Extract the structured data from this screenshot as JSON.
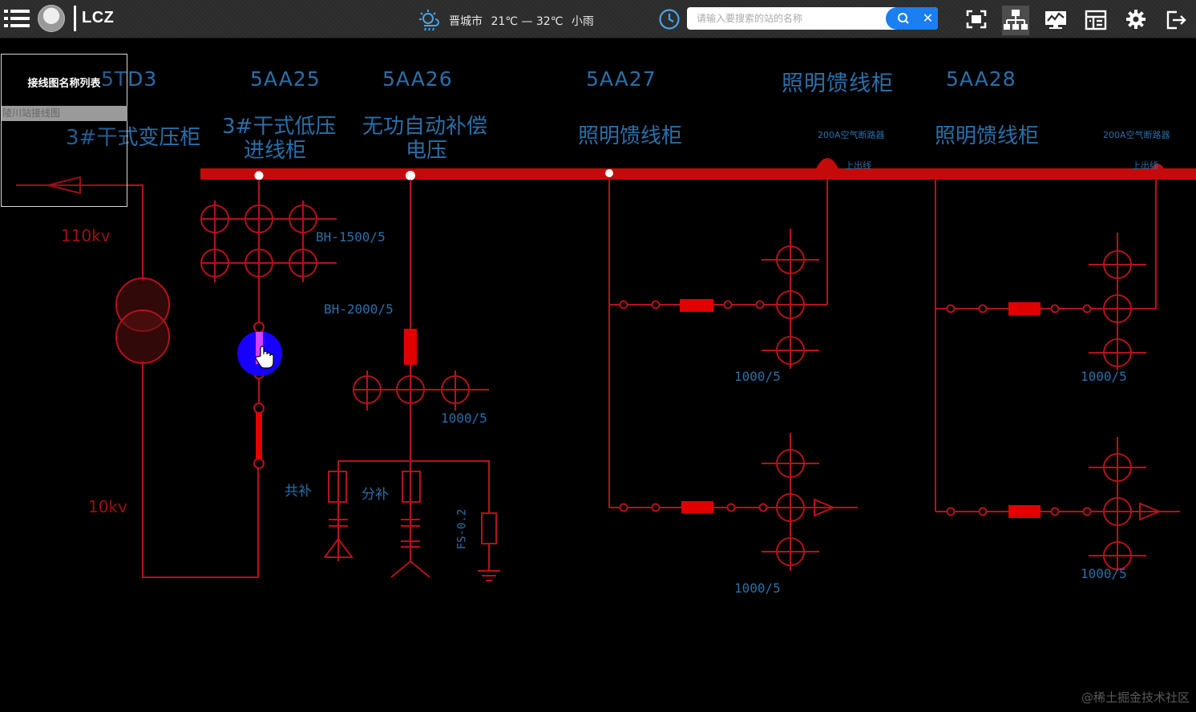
{
  "header": {
    "app_title": "LCZ",
    "weather": {
      "city": "晋城市",
      "temp_range": "21℃ — 32℃",
      "condition": "小雨"
    },
    "search": {
      "placeholder": "请输入要搜索的站的名称"
    },
    "toolbar_icons": [
      "fullscreen-icon",
      "topology-icon",
      "monitor-chart-icon",
      "cabinet-icon",
      "gear-icon",
      "logout-icon"
    ]
  },
  "list_panel": {
    "title": "接线图名称列表",
    "items": [
      "陵川站接线图"
    ]
  },
  "diagram": {
    "cabinet_ids": [
      "5TD3",
      "5AA25",
      "5AA26",
      "5AA27",
      "照明馈线柜",
      "5AA28"
    ],
    "cabinet_names": {
      "transformer": "3#干式变压柜",
      "incoming_line1": "3#干式低压",
      "incoming_line2": "进线柜",
      "compensation1": "无功自动补偿",
      "compensation2": "电压",
      "lighting_1": "照明馈线柜",
      "lighting_2": "照明馈线柜"
    },
    "voltages": {
      "high": "110kv",
      "low": "10kv"
    },
    "ct_specs": {
      "bh1500": "BH-1500/5",
      "bh2000": "BH-2000/5",
      "ct_comp": "1000/5",
      "ct_27_upper": "1000/5",
      "ct_27_lower": "1000/5",
      "ct_28_upper": "1000/5",
      "ct_28_lower": "1000/5"
    },
    "small_notes": {
      "note_27_top": "200A空气断路器",
      "note_27_sub": "上出线",
      "note_28_top": "200A空气断路器",
      "note_28_sub": "上出线"
    },
    "capacitor_labels": {
      "common": "共补",
      "split": "分补",
      "arrester": "FS-0.2"
    },
    "colors": {
      "bus": "#c40a0a",
      "line": "#b5121b",
      "label": "#2a6fa8",
      "breaker_fill": "#e00000",
      "highlight": "#1700ff"
    }
  },
  "watermark": "@稀土掘金技术社区"
}
